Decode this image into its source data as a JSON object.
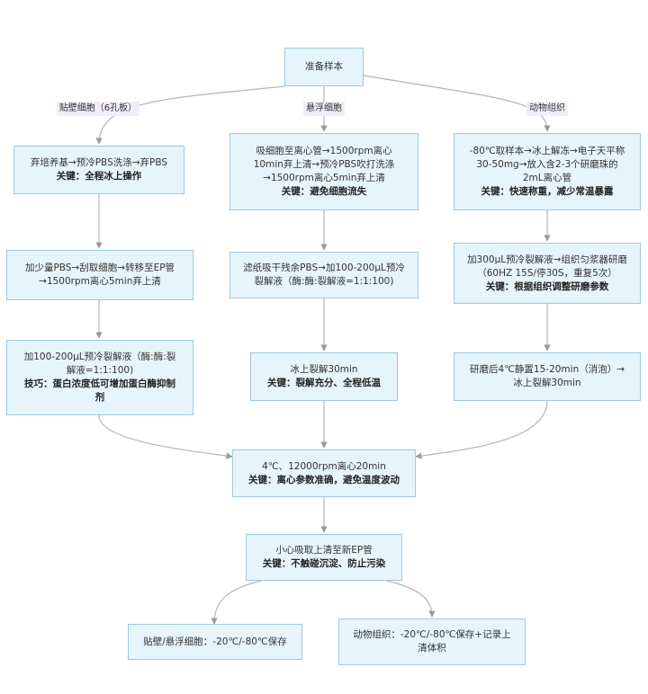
{
  "nodes": {
    "start": {
      "text": "准备样本"
    },
    "a1": {
      "text": "弃培养基→预冷PBS洗涤→弃PBS",
      "key": "关键：全程冰上操作"
    },
    "a2": {
      "text": "加少量PBS→刮取细胞→转移至EP管→1500rpm离心5min弃上清"
    },
    "a3": {
      "text": "加100-200μL预冷裂解液（酶:酶:裂解液=1:1:100)",
      "key": "技巧：蛋白浓度低可增加蛋白酶抑制剂"
    },
    "b1": {
      "text": "吸细胞至离心管→1500rpm离心10min弃上清→预冷PBS吹打洗涤→1500rpm离心5min弃上清",
      "key": "关键：避免细胞流失"
    },
    "b2": {
      "text": "滤纸吸干残余PBS→加100-200μL预冷裂解液（酶:酶:裂解液=1:1:100)"
    },
    "b3": {
      "text": "冰上裂解30min",
      "key": "关键：裂解充分、全程低温"
    },
    "c1": {
      "text": "-80℃取样本→冰上解冻→电子天平称30-50mg→放入含2-3个研磨珠的2mL离心管",
      "key": "关键：快速称重，减少常温暴露"
    },
    "c2": {
      "text": "加300μL预冷裂解液→组织匀浆器研磨（60HZ 15S/停30S，重复5次）",
      "key": "关键：根据组织调整研磨参数"
    },
    "c3": {
      "text": "研磨后4℃静置15-20min（消泡）→冰上裂解30min"
    },
    "m1": {
      "text": "4℃、12000rpm离心20min",
      "key": "关键：离心参数准确，避免温度波动"
    },
    "m2": {
      "text": "小心吸取上清至新EP管",
      "key": "关键：不触碰沉淀、防止污染"
    },
    "e1": {
      "text": "贴壁/悬浮细胞：-20℃/-80℃保存"
    },
    "e2": {
      "text": "动物组织：-20℃/-80℃保存+记录上清体积"
    }
  },
  "edge_labels": {
    "adherent": "贴壁细胞（6孔板）",
    "suspension": "悬浮细胞",
    "tissue": "动物组织"
  },
  "colors": {
    "node_fill": "#e6f4fc",
    "node_border": "#9ec9e0",
    "edge": "#b0b0b0",
    "label_bg": "#f1ecf7"
  }
}
